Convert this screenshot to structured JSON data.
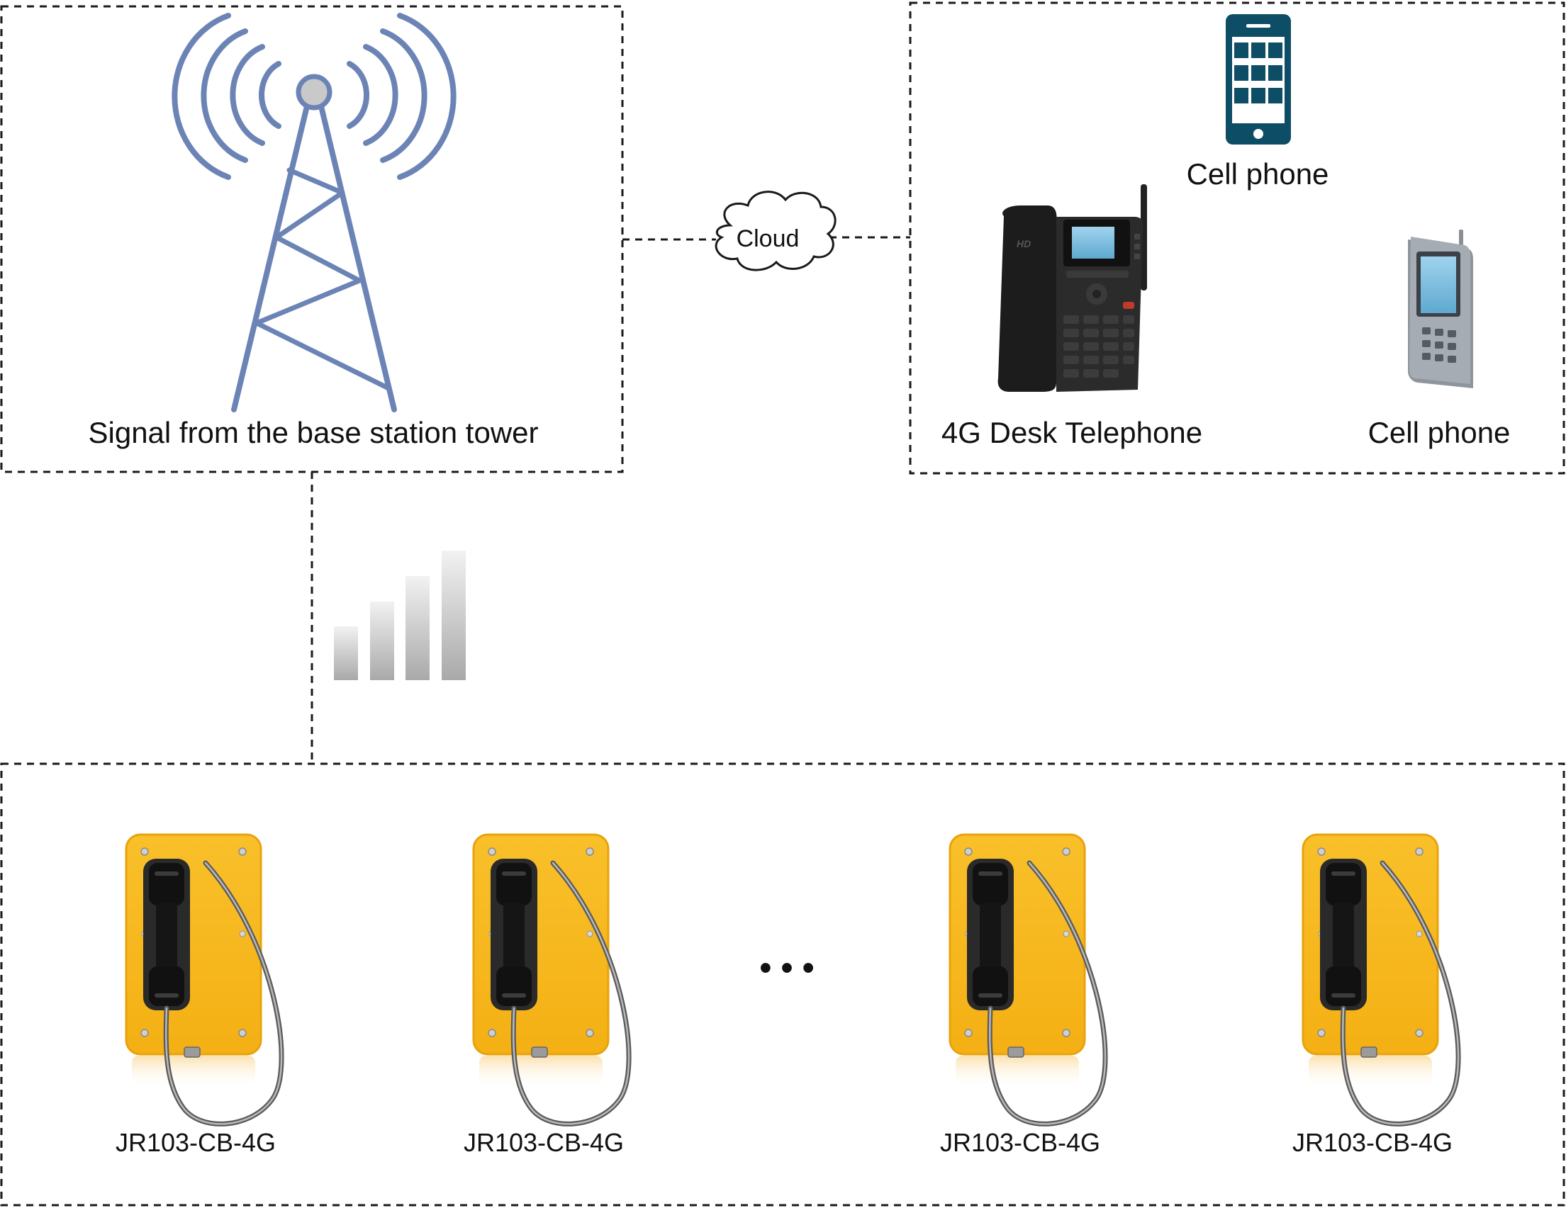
{
  "tower_box": {
    "label": "Signal from the base station tower"
  },
  "cloud": {
    "label": "Cloud"
  },
  "devices_box": {
    "smartphone_label": "Cell phone",
    "desk_phone_label": "4G Desk Telephone",
    "feature_phone_label": "Cell phone"
  },
  "signal_bars": {
    "bars": 4
  },
  "terminals": [
    {
      "model": "JR103-CB-4G"
    },
    {
      "model": "JR103-CB-4G"
    },
    {
      "model": "JR103-CB-4G"
    },
    {
      "model": "JR103-CB-4G"
    }
  ],
  "ellipsis": "• • •",
  "colors": {
    "tower": "#6C84B5",
    "smartphone": "#0E4D66",
    "terminal_body": "#F7B81E",
    "desk_phone": "#2B2B2B",
    "dash": "#1A1A1A"
  }
}
